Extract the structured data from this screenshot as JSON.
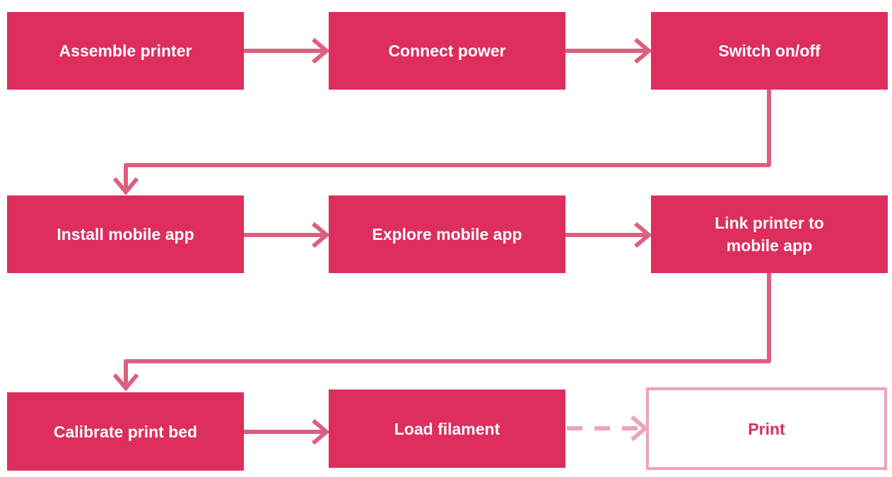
{
  "colors": {
    "fill": "#dd2e5d",
    "arrow": "#dd5f80",
    "outline": "#eda3b7",
    "text_on_fill": "#ffffff"
  },
  "steps": [
    {
      "id": "assemble",
      "label": "Assemble printer"
    },
    {
      "id": "power",
      "label": "Connect power"
    },
    {
      "id": "switch",
      "label": "Switch on/off"
    },
    {
      "id": "install",
      "label": "Install mobile app"
    },
    {
      "id": "explore",
      "label": "Explore mobile app"
    },
    {
      "id": "link",
      "label": "Link printer to\nmobile app"
    },
    {
      "id": "calibrate",
      "label": "Calibrate print bed"
    },
    {
      "id": "filament",
      "label": "Load filament"
    },
    {
      "id": "print",
      "label": "Print"
    }
  ],
  "connections": [
    {
      "from": "assemble",
      "to": "power",
      "style": "solid"
    },
    {
      "from": "power",
      "to": "switch",
      "style": "solid"
    },
    {
      "from": "switch",
      "to": "install",
      "style": "solid"
    },
    {
      "from": "install",
      "to": "explore",
      "style": "solid"
    },
    {
      "from": "explore",
      "to": "link",
      "style": "solid"
    },
    {
      "from": "link",
      "to": "calibrate",
      "style": "solid"
    },
    {
      "from": "calibrate",
      "to": "filament",
      "style": "solid"
    },
    {
      "from": "filament",
      "to": "print",
      "style": "dashed"
    }
  ]
}
